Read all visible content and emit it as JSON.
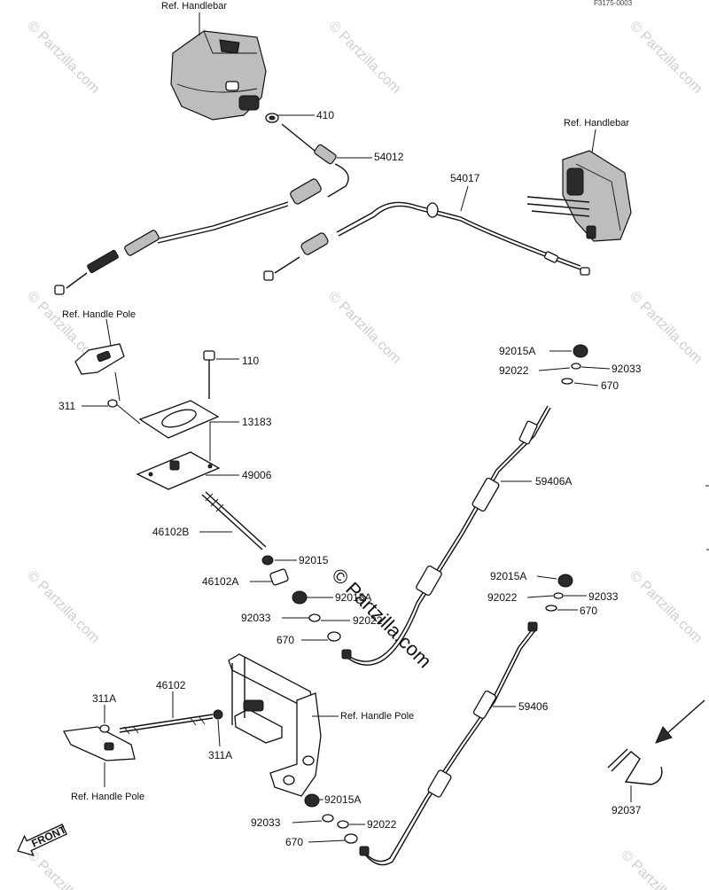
{
  "figure_code": "F3175-0003",
  "watermark_text": "© Partzilla.com",
  "watermark_center": "© Partzilla.com",
  "front_label": "FRONT",
  "refs": {
    "handlebar_top": "Ref. Handlebar",
    "handlebar_right": "Ref. Handlebar",
    "handle_pole_left": "Ref. Handle Pole",
    "handle_pole_mid": "Ref. Handle Pole",
    "handle_pole_bottom": "Ref. Handle Pole"
  },
  "parts": {
    "p410": "410",
    "p54012": "54012",
    "p54017": "54017",
    "p92015A_a": "92015A",
    "p92022_a": "92022",
    "p92033_a": "92033",
    "p670_a": "670",
    "p311": "311",
    "p110": "110",
    "p13183": "13183",
    "p49006": "49006",
    "p59406A": "59406A",
    "p46102B": "46102B",
    "p92015": "92015",
    "p46102A": "46102A",
    "p92015A_b": "92015A",
    "p92033_b": "92033",
    "p92022_b": "92022",
    "p670_b": "670",
    "p92015A_c": "92015A",
    "p92022_c": "92022",
    "p92033_c": "92033",
    "p670_c": "670",
    "p311A_a": "311A",
    "p46102": "46102",
    "p311A_b": "311A",
    "p59406": "59406",
    "p92037": "92037",
    "p92015A_d": "92015A",
    "p92033_d": "92033",
    "p92022_d": "92022",
    "p670_d": "670"
  }
}
